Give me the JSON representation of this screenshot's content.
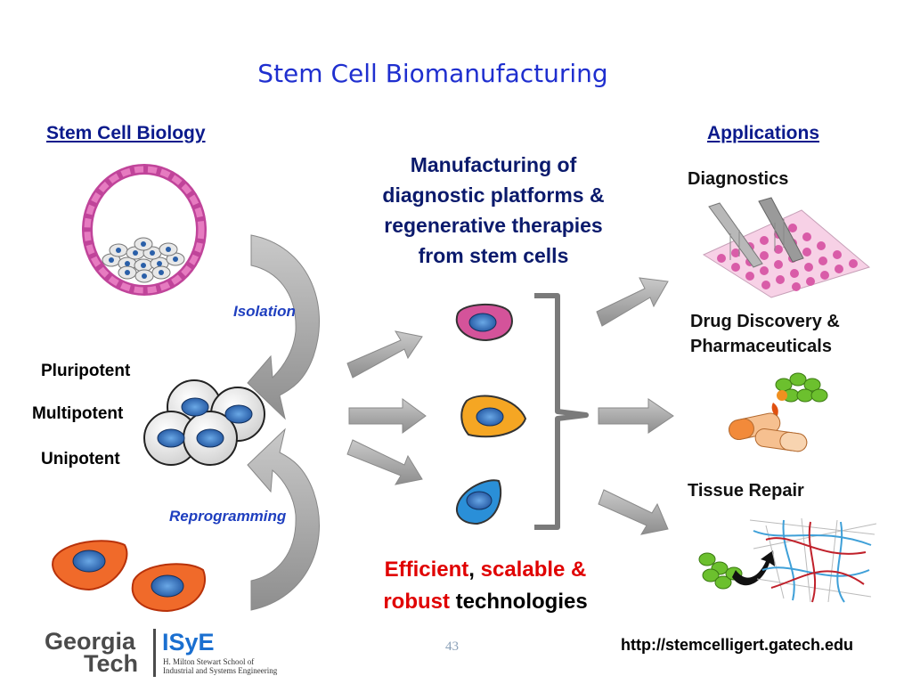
{
  "title": "Stem Cell Biomanufacturing",
  "left_heading": "Stem Cell Biology",
  "right_heading": "Applications",
  "potency": [
    "Pluripotent",
    "Multipotent",
    "Unipotent"
  ],
  "isolation_label": "Isolation",
  "reprogramming_label": "Reprogramming",
  "manufacturing_text": [
    "Manufacturing of",
    "diagnostic platforms &",
    "regenerative therapies",
    "from stem cells"
  ],
  "efficient": {
    "w1": "Efficient",
    "comma": ",",
    "w2": "scalable &",
    "w3": "robust",
    "w4": "technologies"
  },
  "applications": {
    "diagnostics": "Diagnostics",
    "drug_line1": "Drug Discovery &",
    "drug_line2": "Pharmaceuticals",
    "tissue": "Tissue Repair"
  },
  "footer": {
    "page_number": "43",
    "url": "http://stemcelligert.gatech.edu",
    "georgia": "Georgia",
    "tech": "Tech",
    "isye": "ISyE",
    "isye_sub1": "H. Milton Stewart School of",
    "isye_sub2": "Industrial and Systems Engineering"
  },
  "colors": {
    "title_blue": "#1f2fcf",
    "heading_navy": "#0b1a8c",
    "label_blue": "#1f3fbf",
    "accent_red": "#e00000",
    "cell_magenta": "#d4539a",
    "cell_orange": "#f5a623",
    "cell_blue": "#2a8fd8",
    "cell_red_orange": "#f06a2a"
  }
}
